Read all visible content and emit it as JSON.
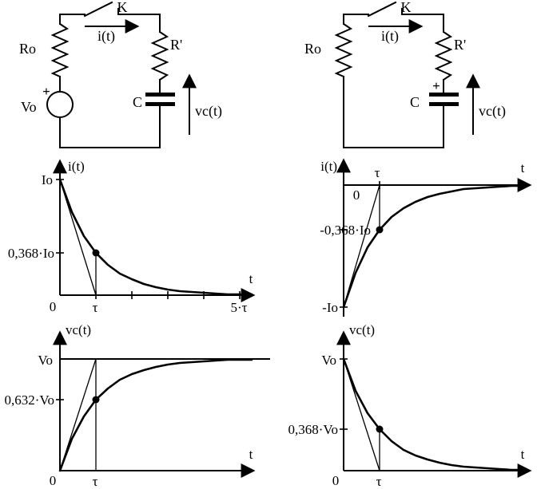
{
  "circuit_charge": {
    "switch_label": "K",
    "current_label": "i(t)",
    "source_resistor_label": "Ro",
    "resistor_label": "R'",
    "source_plus": "+",
    "source_label": "Vo",
    "capacitor_label": "C",
    "cap_voltage_label": "vc(t)"
  },
  "circuit_discharge": {
    "switch_label": "K",
    "current_label": "i(t)",
    "source_resistor_label": "Ro",
    "resistor_label": "R'",
    "capacitor_plus": "+",
    "capacitor_label": "C",
    "cap_voltage_label": "vc(t)"
  },
  "graph_current_charge": {
    "y_axis_label": "i(t)",
    "x_axis_label": "t",
    "initial_value_label": "Io",
    "tangent_point_label": "0,368·Io",
    "origin_label": "0",
    "tau_label": "τ",
    "end_tick_label": "5·τ"
  },
  "graph_current_discharge": {
    "y_axis_label": "i(t)",
    "x_axis_label": "t",
    "zero_label": "0",
    "tau_label": "τ",
    "tangent_point_label": "-0,368·Io",
    "initial_value_label": "-Io"
  },
  "graph_voltage_charge": {
    "y_axis_label": "vc(t)",
    "x_axis_label": "t",
    "asymptote_label": "Vo",
    "tangent_point_label": "0,632·Vo",
    "origin_label": "0",
    "tau_label": "τ"
  },
  "graph_voltage_discharge": {
    "y_axis_label": "vc(t)",
    "x_axis_label": "t",
    "initial_value_label": "Vo",
    "tangent_point_label": "0,368·Vo",
    "origin_label": "0",
    "tau_label": "τ"
  }
}
